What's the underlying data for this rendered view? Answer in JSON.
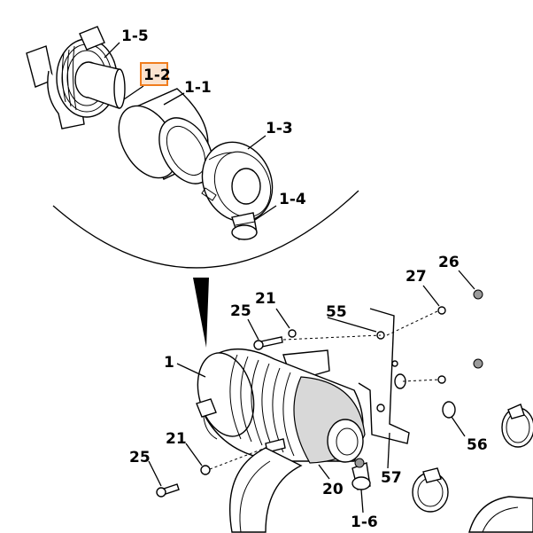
{
  "diagram": {
    "highlighted_label": "1-2",
    "callouts": [
      {
        "id": "1-5",
        "text": "1-5"
      },
      {
        "id": "1-2",
        "text": "1-2"
      },
      {
        "id": "1-1",
        "text": "1-1"
      },
      {
        "id": "1-3",
        "text": "1-3"
      },
      {
        "id": "1-4",
        "text": "1-4"
      },
      {
        "id": "26",
        "text": "26"
      },
      {
        "id": "27",
        "text": "27"
      },
      {
        "id": "21a",
        "text": "21"
      },
      {
        "id": "25a",
        "text": "25"
      },
      {
        "id": "55",
        "text": "55"
      },
      {
        "id": "1",
        "text": "1"
      },
      {
        "id": "21b",
        "text": "21"
      },
      {
        "id": "25b",
        "text": "25"
      },
      {
        "id": "56",
        "text": "56"
      },
      {
        "id": "57",
        "text": "57"
      },
      {
        "id": "20",
        "text": "20"
      },
      {
        "id": "1-6",
        "text": "1-6"
      }
    ],
    "colors": {
      "highlight_border": "#f07d1e",
      "highlight_fill": "#fbe3cf",
      "line": "#000000"
    }
  }
}
